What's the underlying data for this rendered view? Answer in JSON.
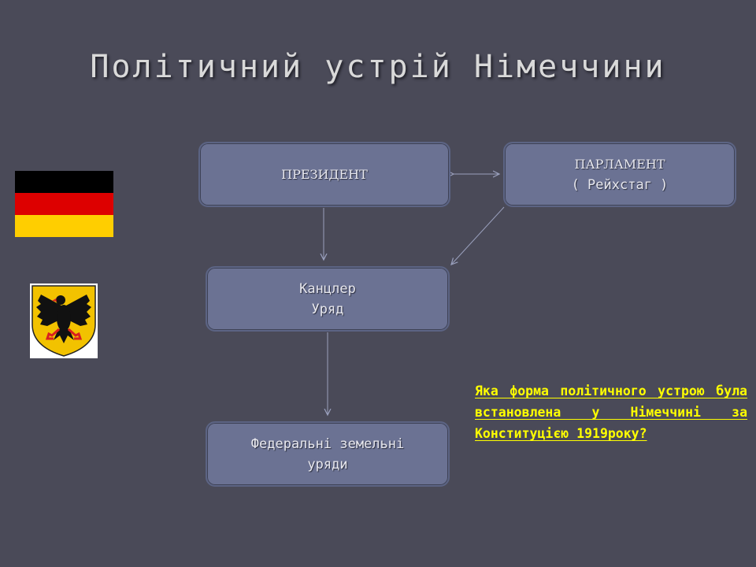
{
  "slide": {
    "title": "Політичний устрій Німеччини",
    "background_color": "#4a4a58"
  },
  "boxes": {
    "president": {
      "label": "ПРЕЗИДЕНТ"
    },
    "parliament": {
      "line1": "ПАРЛАМЕНТ",
      "line2": "( Рейхстаг )"
    },
    "chancellor": {
      "line1": "Канцлер",
      "line2": "Уряд"
    },
    "federal": {
      "line1": "Федеральні земельні",
      "line2": "уряди"
    }
  },
  "flag": {
    "colors": [
      "#000000",
      "#dd0000",
      "#ffce00"
    ],
    "icon": "german-flag"
  },
  "coat_of_arms": {
    "icon": "weimar-eagle-coat-of-arms"
  },
  "question": {
    "text": "Яка форма політичного устрою була встановлена у Німеччині за Конституцією 1919року?",
    "color": "#ffff00"
  }
}
